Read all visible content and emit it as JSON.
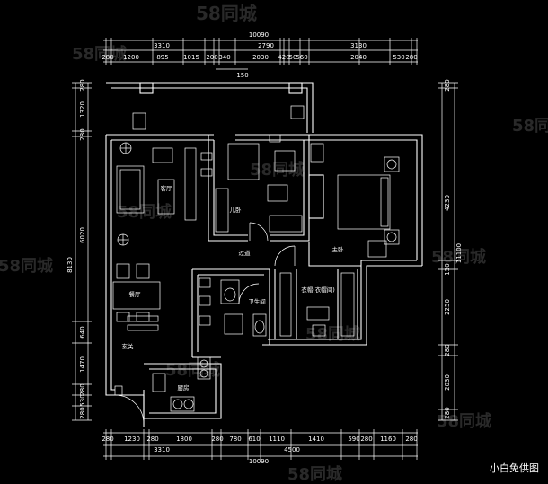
{
  "top_dims": {
    "total": "10090",
    "segments_row1": [
      "3310",
      "2790",
      "3130"
    ],
    "segments_row2": [
      "280",
      "1200",
      "895",
      "1015",
      "200",
      "340",
      "2030",
      "420",
      "50",
      "560",
      "2040",
      "530",
      "280"
    ],
    "sub": "150"
  },
  "bottom_dims": {
    "row1": [
      "280",
      "1230",
      "280",
      "1800",
      "280",
      "780",
      "610",
      "1110",
      "1410",
      "590",
      "280",
      "1160",
      "280"
    ],
    "row2": [
      "3310",
      "4500"
    ],
    "total": "10090"
  },
  "left_dims": {
    "outer": "8130",
    "row": [
      "280",
      "1320",
      "280",
      "6020",
      "640",
      "1470",
      "280",
      "530",
      "280"
    ]
  },
  "right_dims": {
    "outer": "11100",
    "row": [
      "280",
      "4230",
      "150",
      "2250",
      "280",
      "2030",
      "280"
    ]
  },
  "rooms": {
    "living": "客厅",
    "child": "儿卧",
    "corridor": "过道",
    "master": "主卧",
    "dining": "餐厅",
    "entrance": "玄关",
    "bathroom": "卫生间",
    "cloak": "衣帽(衣帽间)",
    "kitchen": "厨房"
  },
  "watermark": "58同城",
  "credit": "小白免供图",
  "colors": {
    "background": "#000000",
    "lines": "#ffffff"
  }
}
